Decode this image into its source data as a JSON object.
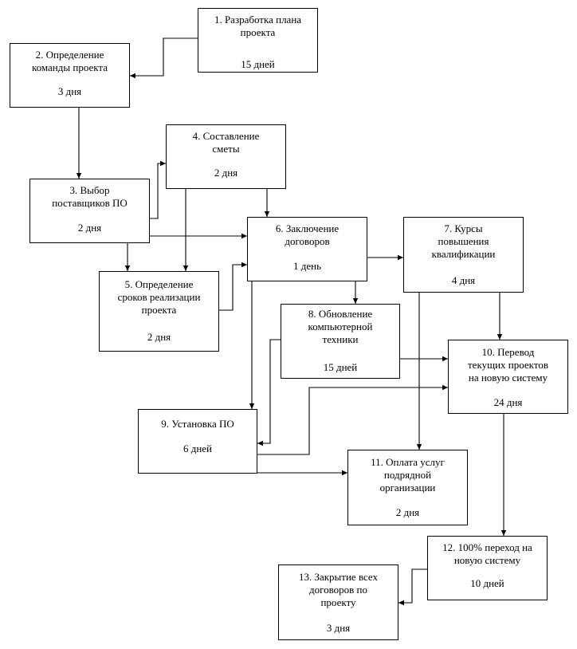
{
  "diagram": {
    "nodes": [
      {
        "id": "n1",
        "title": "1. Разработка плана\nпроекта",
        "duration": "15 дней"
      },
      {
        "id": "n2",
        "title": "2. Определение\nкоманды проекта",
        "duration": "3 дня"
      },
      {
        "id": "n3",
        "title": "3. Выбор\nпоставщиков ПО",
        "duration": "2 дня"
      },
      {
        "id": "n4",
        "title": "4. Составление\nсметы",
        "duration": "2 дня"
      },
      {
        "id": "n5",
        "title": "5. Определение\nсроков реализации\nпроекта",
        "duration": "2 дня"
      },
      {
        "id": "n6",
        "title": "6. Заключение\nдоговоров",
        "duration": "1 день"
      },
      {
        "id": "n7",
        "title": "7. Курсы\nповышения\nквалификации",
        "duration": "4 дня"
      },
      {
        "id": "n8",
        "title": "8. Обновление\nкомпьютерной\nтехники",
        "duration": "15 дней"
      },
      {
        "id": "n9",
        "title": "9. Установка ПО",
        "duration": "6 дней"
      },
      {
        "id": "n10",
        "title": "10. Перевод\nтекущих проектов\nна новую систему",
        "duration": "24 дня"
      },
      {
        "id": "n11",
        "title": "11. Оплата услуг\nподрядной\nорганизации",
        "duration": "2 дня"
      },
      {
        "id": "n12",
        "title": "12. 100% переход на\nновую систему",
        "duration": "10 дней"
      },
      {
        "id": "n13",
        "title": "13. Закрытие всех\nдоговоров по\nпроекту",
        "duration": "3 дня"
      }
    ],
    "edges": [
      {
        "from": "n1",
        "to": "n2"
      },
      {
        "from": "n2",
        "to": "n3"
      },
      {
        "from": "n3",
        "to": "n4"
      },
      {
        "from": "n3",
        "to": "n5"
      },
      {
        "from": "n3",
        "to": "n6"
      },
      {
        "from": "n4",
        "to": "n5"
      },
      {
        "from": "n4",
        "to": "n6"
      },
      {
        "from": "n5",
        "to": "n6"
      },
      {
        "from": "n6",
        "to": "n7"
      },
      {
        "from": "n6",
        "to": "n8"
      },
      {
        "from": "n6",
        "to": "n9"
      },
      {
        "from": "n7",
        "to": "n10"
      },
      {
        "from": "n7",
        "to": "n11"
      },
      {
        "from": "n8",
        "to": "n9"
      },
      {
        "from": "n8",
        "to": "n10"
      },
      {
        "from": "n9",
        "to": "n10"
      },
      {
        "from": "n9",
        "to": "n11"
      },
      {
        "from": "n10",
        "to": "n12"
      },
      {
        "from": "n12",
        "to": "n13"
      }
    ]
  }
}
